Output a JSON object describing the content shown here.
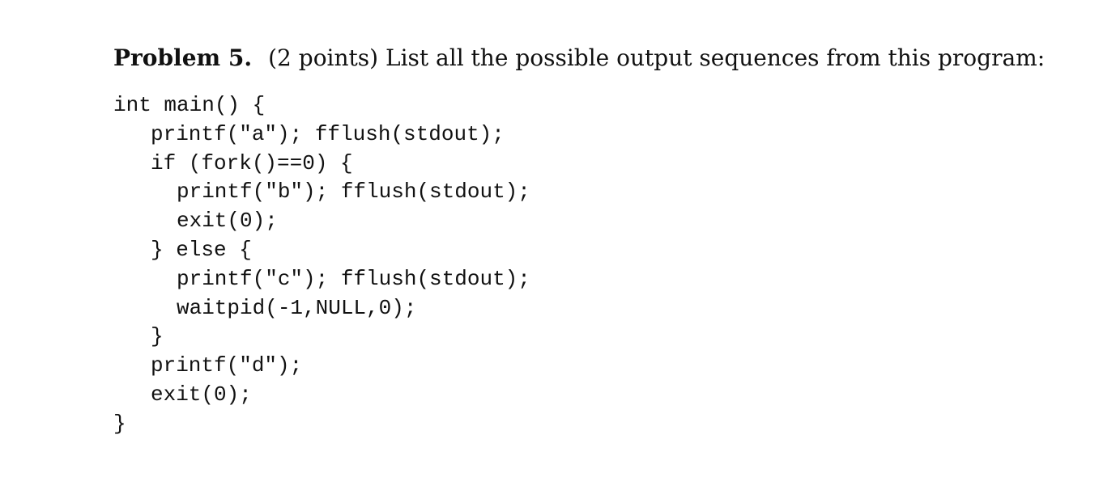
{
  "problem": {
    "label": "Problem 5.",
    "points": "(2 points)",
    "question": "List all the possible output sequences from this program:"
  },
  "code": {
    "lines": [
      "int main() {",
      "printf(\"a\"); fflush(stdout);",
      "if (fork()==0) {",
      "printf(\"b\"); fflush(stdout);",
      "exit(0);",
      "} else {",
      "printf(\"c\"); fflush(stdout);",
      "waitpid(-1,NULL,0);",
      "}",
      "printf(\"d\");",
      "exit(0);",
      "}"
    ]
  }
}
